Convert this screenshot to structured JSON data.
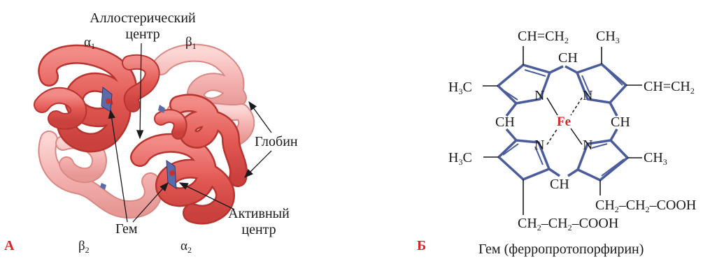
{
  "panel_a": {
    "letter": "А",
    "labels": {
      "allosteric": [
        "Аллостерический",
        "центр"
      ],
      "alpha1": "α",
      "alpha1_sub": "1",
      "beta1": "β",
      "beta1_sub": "1",
      "beta2": "β",
      "beta2_sub": "2",
      "alpha2": "α",
      "alpha2_sub": "2",
      "globin": "Глобин",
      "heme": "Гем",
      "active": [
        "Активный",
        "центр"
      ]
    },
    "colors": {
      "dark_chain": "#e8605c",
      "light_chain": "#f4b3b3",
      "heme": "#5b6aa8"
    }
  },
  "panel_b": {
    "letter": "Б",
    "caption": "Гем (ферропротопорфирин)",
    "atoms": {
      "fe": "Fe",
      "n": "N",
      "ch": "CH",
      "h3c": "H",
      "h3c_sub": "3",
      "h3c_c": "C",
      "ch3": "CH",
      "ch3_sub": "3",
      "vinyl_top": [
        "CH=CH",
        "2"
      ],
      "vinyl_right": [
        "CH=CH",
        "2"
      ],
      "propionate_right": [
        "CH",
        "2",
        "–CH",
        "2",
        "–COOH"
      ],
      "propionate_bottom": [
        "CH",
        "2",
        "–CH",
        "2",
        "–COOH"
      ]
    },
    "colors": {
      "ring": "#4a5c9a",
      "bond": "#1a1a1a",
      "fe": "#d8262a"
    }
  }
}
